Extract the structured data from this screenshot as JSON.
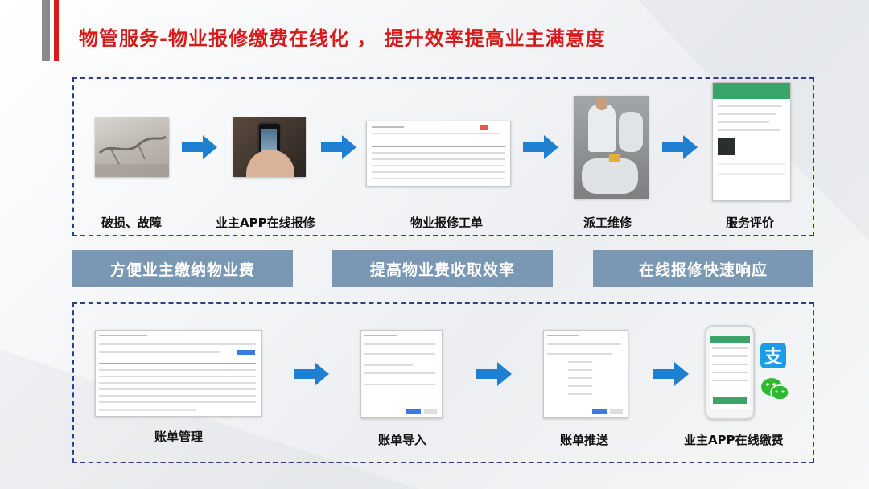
{
  "title": "物管服务-物业报修缴费在线化 ， 提升效率提高业主满意度",
  "repair_flow": {
    "steps": [
      {
        "label": "破损、故障",
        "image": "damaged-ceiling-photo"
      },
      {
        "label": "业主APP在线报修",
        "image": "phone-app-photo"
      },
      {
        "label": "物业报修工单",
        "image": "work-order-screenshot"
      },
      {
        "label": "派工维修",
        "image": "maintenance-workers-photo"
      },
      {
        "label": "服务评价",
        "image": "service-review-screenshot"
      }
    ]
  },
  "banners": [
    "方便业主缴纳物业费",
    "提高物业费收取效率",
    "在线报修快速响应"
  ],
  "payment_flow": {
    "steps": [
      {
        "label": "账单管理",
        "image": "bill-management-screenshot"
      },
      {
        "label": "账单导入",
        "image": "bill-import-dialog-screenshot"
      },
      {
        "label": "账单推送",
        "image": "bill-push-dialog-screenshot"
      },
      {
        "label": "业主APP在线缴费",
        "image": "phone-payment-screenshot"
      }
    ],
    "payment_icons": [
      "alipay-icon",
      "wechat-icon"
    ]
  },
  "colors": {
    "accent_red": "#d71a1a",
    "dash_blue": "#2c3e8c",
    "arrow_blue": "#1f7fd1",
    "banner": "#7a98b4",
    "app_green": "#3aa56b"
  }
}
